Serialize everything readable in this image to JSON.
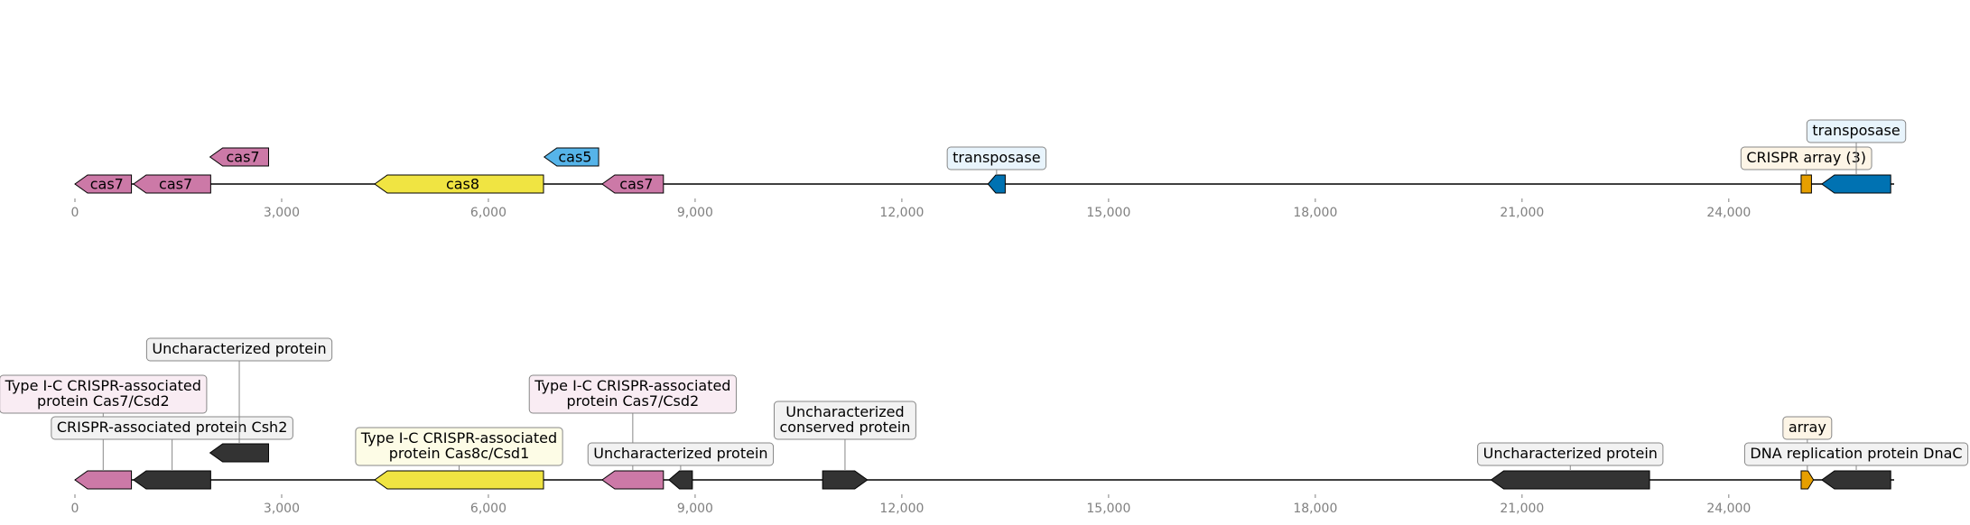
{
  "colors": {
    "cas7": "#CC79A7",
    "cas8": "#F0E442",
    "cas5": "#56B4E9",
    "transposase": "#0072B2",
    "crispr": "#E69F00",
    "other": "#333333",
    "box_pink": "#f9ecf3",
    "box_yellow": "#fdfce6",
    "box_blue": "#e8f4fc",
    "box_orange": "#fdf5e6",
    "box_gray": "#f2f2f2",
    "tick": "#808080"
  },
  "axis": {
    "min": 0,
    "max": 26400,
    "ticks": [
      0,
      3000,
      6000,
      9000,
      12000,
      15000,
      18000,
      21000,
      24000
    ],
    "tick_labels": [
      "0",
      "3,000",
      "6,000",
      "9,000",
      "12,000",
      "15,000",
      "18,000",
      "21,000",
      "24,000"
    ]
  },
  "tracks": [
    {
      "id": "top",
      "features": [
        {
          "start": 0,
          "end": 820,
          "strand": -1,
          "color": "cas7",
          "label": "cas7",
          "inside": true
        },
        {
          "start": 850,
          "end": 1970,
          "strand": -1,
          "color": "cas7",
          "label": "cas7",
          "inside": true
        },
        {
          "start": 1960,
          "end": 2810,
          "strand": -1,
          "color": "cas7",
          "label": "cas7",
          "inside": true,
          "level": 1
        },
        {
          "start": 4350,
          "end": 6800,
          "strand": -1,
          "color": "cas8",
          "label": "cas8",
          "inside": true
        },
        {
          "start": 6810,
          "end": 7600,
          "strand": -1,
          "color": "cas5",
          "label": "cas5",
          "inside": true,
          "level": 1
        },
        {
          "start": 7650,
          "end": 8540,
          "strand": -1,
          "color": "cas7",
          "label": "cas7",
          "inside": true
        },
        {
          "start": 13250,
          "end": 13500,
          "strand": -1,
          "color": "transposase",
          "label": "transposase",
          "box": "box_blue",
          "label_level": 1
        },
        {
          "start": 25050,
          "end": 25200,
          "strand": 0,
          "color": "crispr",
          "label": "CRISPR array (3)",
          "box": "box_orange",
          "label_level": 1
        },
        {
          "start": 25350,
          "end": 26350,
          "strand": -1,
          "color": "transposase",
          "label": "transposase",
          "box": "box_blue",
          "label_level": 2
        }
      ]
    },
    {
      "id": "bottom",
      "features": [
        {
          "start": 0,
          "end": 820,
          "strand": -1,
          "color": "cas7",
          "label": "Type I-C CRISPR-associated\nprotein Cas7/Csd2",
          "box": "box_pink",
          "label_level": 3
        },
        {
          "start": 850,
          "end": 1970,
          "strand": -1,
          "color": "other",
          "label": "CRISPR-associated protein Csh2",
          "box": "box_gray",
          "label_level": 2
        },
        {
          "start": 1960,
          "end": 2810,
          "strand": -1,
          "color": "other",
          "label": "Uncharacterized protein",
          "box": "box_gray",
          "label_level": 5,
          "level": 1
        },
        {
          "start": 4350,
          "end": 6800,
          "strand": -1,
          "color": "cas8",
          "label": "Type I-C CRISPR-associated\nprotein Cas8c/Csd1",
          "box": "box_yellow",
          "label_level": 1
        },
        {
          "start": 7650,
          "end": 8540,
          "strand": -1,
          "color": "cas7",
          "label": "Type I-C CRISPR-associated\nprotein Cas7/Csd2",
          "box": "box_pink",
          "label_level": 3
        },
        {
          "start": 8620,
          "end": 8960,
          "strand": -1,
          "color": "other",
          "label": "Uncharacterized protein",
          "box": "box_gray",
          "label_level": 1
        },
        {
          "start": 10850,
          "end": 11500,
          "strand": 1,
          "color": "other",
          "label": "Uncharacterized\nconserved protein",
          "box": "box_gray",
          "label_level": 2
        },
        {
          "start": 20550,
          "end": 22850,
          "strand": -1,
          "color": "other",
          "label": "Uncharacterized protein",
          "box": "box_gray",
          "label_level": 1
        },
        {
          "start": 25050,
          "end": 25230,
          "strand": 1,
          "color": "crispr",
          "label": "array",
          "box": "box_orange",
          "label_level": 2
        },
        {
          "start": 25350,
          "end": 26350,
          "strand": -1,
          "color": "other",
          "label": "DNA replication protein DnaC",
          "box": "box_gray",
          "label_level": 1
        }
      ]
    }
  ]
}
